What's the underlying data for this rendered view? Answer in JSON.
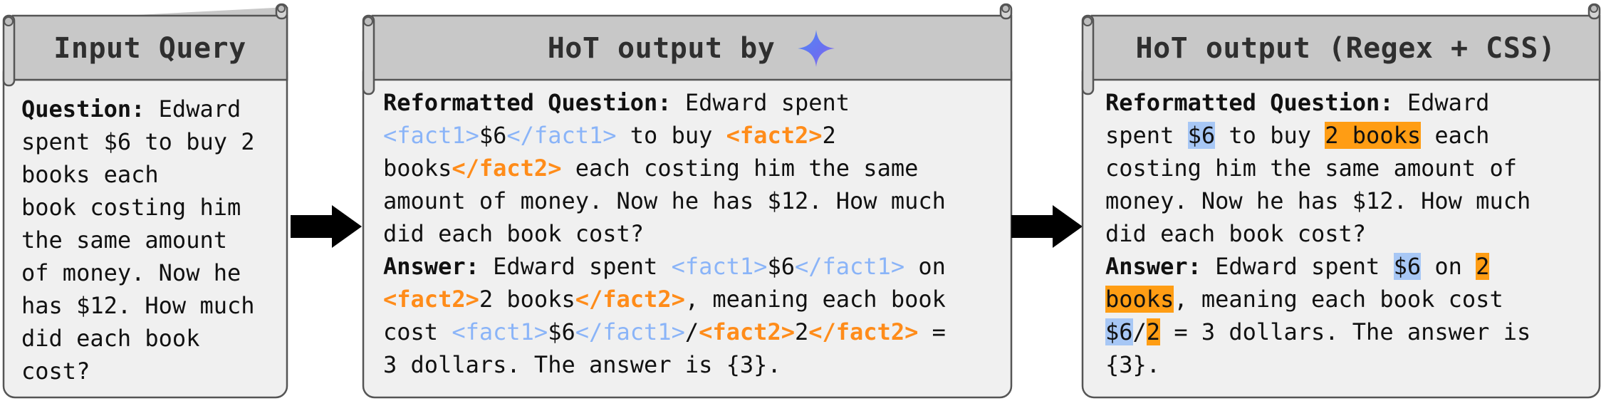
{
  "panel1": {
    "title": "Input Query",
    "lines": [
      [
        "Question:",
        " Edward"
      ],
      "spent $6 to buy 2",
      "books each",
      "book costing him",
      "the same amount",
      "of money. Now he",
      "has $12. How much",
      "did each book",
      "cost?"
    ]
  },
  "panel2": {
    "title": "HoT output by",
    "logo": "gemini-sparkle-icon",
    "lines": {
      "l1": [
        "Reformatted Question:",
        " Edward spent"
      ],
      "l2": [
        "<fact1>",
        "$6",
        "</fact1>",
        " to buy ",
        "<fact2>",
        "2"
      ],
      "l3": [
        "books",
        "</fact2>",
        " each costing him the same"
      ],
      "l4": "amount of money. Now he has $12. How much",
      "l5": "did each book cost?",
      "l6": [
        "Answer:",
        " Edward spent ",
        "<fact1>",
        "$6",
        "</fact1>",
        " on"
      ],
      "l7": [
        "<fact2>",
        "2 books",
        "</fact2>",
        ", meaning each book"
      ],
      "l8": [
        "cost ",
        "<fact1>",
        "$6",
        "</fact1>",
        "/",
        "<fact2>",
        "2",
        "</fact2>",
        " ="
      ],
      "l9": "3 dollars. The answer is {3}."
    }
  },
  "panel3": {
    "title": "HoT output (Regex + CSS)",
    "lines": {
      "l1": [
        "Reformatted Question:",
        " Edward"
      ],
      "l2": [
        "spent ",
        "$6",
        " to buy ",
        "2 books",
        " each"
      ],
      "l3": "costing him the same amount of",
      "l4": "money. Now he has $12. How much",
      "l5": "did each book cost?",
      "l6": [
        "Answer:",
        " Edward spent ",
        "$6",
        " on ",
        "2 "
      ],
      "l7": [
        "books",
        ", meaning each book cost"
      ],
      "l8": [
        "$6",
        "/",
        "2",
        " = 3 dollars. The answer is"
      ],
      "l9": "{3}."
    }
  },
  "colors": {
    "panel_fill": "#f0f0f0",
    "title_fill": "#c8c8c8",
    "border": "#555555",
    "fact1_text": "#8ab4f8",
    "fact2_text": "#ff8c1a",
    "fact1_highlight": "#a7c7f5",
    "fact2_highlight": "#ff9d14"
  }
}
